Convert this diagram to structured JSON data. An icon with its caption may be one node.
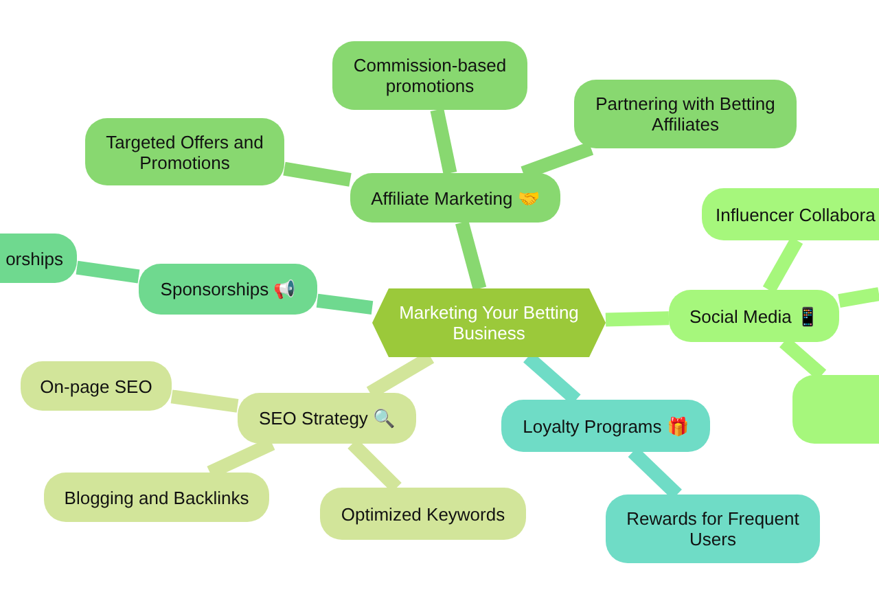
{
  "diagram": {
    "nodes": [
      {
        "text": [
          "Marketing Your Betting Business"
        ]
      },
      {
        "text": [
          "Affiliate Marketing 🤝"
        ]
      },
      {
        "text": [
          "Targeted Offers and Promotions"
        ]
      },
      {
        "text": [
          "Commission-based promotions"
        ]
      },
      {
        "text": [
          "Partnering with Betting Affiliates"
        ]
      },
      {
        "text": [
          "Sponsorships 📢"
        ]
      },
      {
        "text": [
          "orships"
        ]
      },
      {
        "text": [
          "Social Media 📱"
        ]
      },
      {
        "text": [
          "Influencer Collabora"
        ]
      },
      {
        "text": [],
        "shape": "box"
      },
      {
        "text": [
          "SEO Strategy 🔍"
        ]
      },
      {
        "text": [
          "On-page SEO"
        ]
      },
      {
        "text": [
          "Blogging and Backlinks"
        ]
      },
      {
        "text": [
          "Optimized Keywords"
        ]
      },
      {
        "text": [
          "Loyalty Programs 🎁"
        ]
      },
      {
        "text": [
          "Rewards for Frequent Users"
        ]
      }
    ],
    "edges": [
      {
        "from": 0,
        "to": 1,
        "arrow": "none",
        "color": "#88d870"
      },
      {
        "from": 1,
        "to": 2,
        "arrow": "none",
        "color": "#88d870"
      },
      {
        "from": 1,
        "to": 3,
        "arrow": "none",
        "color": "#88d870"
      },
      {
        "from": 1,
        "to": 4,
        "arrow": "none",
        "color": "#88d870"
      },
      {
        "from": 0,
        "to": 5,
        "arrow": "none",
        "color": "#6fd98f"
      },
      {
        "from": 5,
        "to": 6,
        "arrow": "none",
        "color": "#6fd98f"
      },
      {
        "from": 0,
        "to": 7,
        "arrow": "none",
        "color": "#a6f77c"
      },
      {
        "from": 7,
        "to": 8,
        "arrow": "none",
        "color": "#a6f77c"
      },
      {
        "from": 7,
        "to": null,
        "arrow": "none",
        "color": "#a6f77c"
      },
      {
        "from": 7,
        "to": 9,
        "arrow": "none",
        "color": "#a6f77c"
      },
      {
        "from": 0,
        "to": 10,
        "arrow": "none",
        "color": "#d2e59a"
      },
      {
        "from": 10,
        "to": 11,
        "arrow": "none",
        "color": "#d2e59a"
      },
      {
        "from": 10,
        "to": 12,
        "arrow": "none",
        "color": "#d2e59a"
      },
      {
        "from": 10,
        "to": 13,
        "arrow": "none",
        "color": "#d2e59a"
      },
      {
        "from": 0,
        "to": 14,
        "arrow": "none",
        "color": "#6fdcc6"
      },
      {
        "from": 14,
        "to": 15,
        "arrow": "none",
        "color": "#6fdcc6"
      }
    ]
  }
}
